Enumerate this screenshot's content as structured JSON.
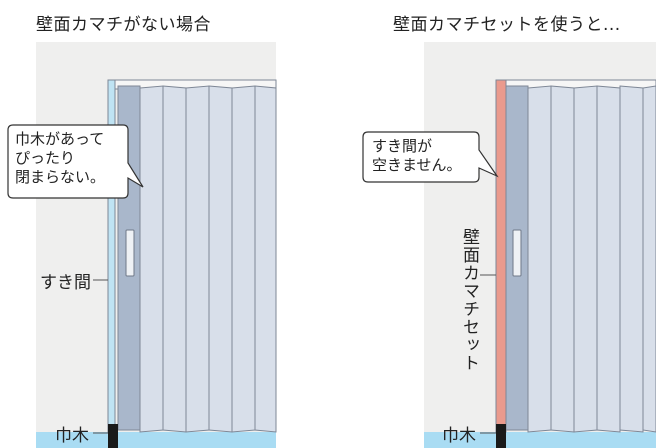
{
  "left_panel": {
    "title": "壁面カマチがない場合",
    "bubble_text": "巾木があって\nぴったり\n閉まらない。",
    "gap_label": "すき間",
    "baseboard_label": "巾木"
  },
  "right_panel": {
    "title": "壁面カマチセットを使うと...",
    "bubble_text": "すき間が\n空きません。",
    "kamachi_label": "壁面カマチセット",
    "baseboard_label": "巾木"
  },
  "colors": {
    "wall": "#efefee",
    "door_panel": "#d8dfea",
    "door_line": "#7e8796",
    "gap_blue": "#bfe3f3",
    "floor_blue": "#a9dcf3",
    "kamachi_red": "#ea9a8d",
    "baseboard": "#1a1a1a",
    "leading_edge": "#a9b7cb"
  }
}
